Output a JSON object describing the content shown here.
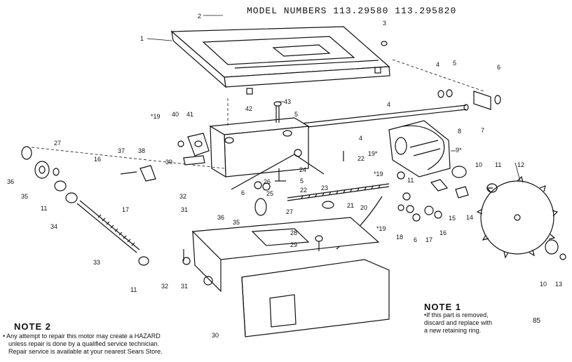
{
  "header": {
    "model_numbers": "MODEL NUMBERS 113.29580 113.295820"
  },
  "note1": {
    "title": "NOTE 1",
    "lines": [
      "•If this part is removed,",
      "discard and replace with",
      "a new retaining ring."
    ]
  },
  "note2": {
    "title": "NOTE 2",
    "lines": [
      "• Any attempt to repair this motor may create a HAZARD",
      "unless repair is done by a qualified service technician.",
      "Repair service is available at your nearest Sears Store."
    ]
  },
  "page_ref": "85",
  "labels": {
    "l1": "1",
    "l2": "2",
    "l3": "3",
    "l4a": "4",
    "l5a": "5",
    "l6a": "6",
    "l7": "7",
    "l8": "8",
    "l43": "43",
    "l42": "42",
    "l5b": "5",
    "l4b": "4",
    "l4c": "4",
    "l19a": "*19",
    "l40": "40",
    "l41": "41",
    "l9": "9*",
    "l10a": "10",
    "l11a": "11",
    "l12": "12",
    "l27a": "27",
    "l16a": "16",
    "l37": "37",
    "l38": "38",
    "l39": "39",
    "l22a": "22",
    "l19b": "19*",
    "l36a": "36",
    "l35a": "35",
    "l11b": "11",
    "l32a": "32",
    "l6b": "6",
    "l26": "26",
    "l25": "25",
    "l22b": "22",
    "l23": "23",
    "l24": "24",
    "l5c": "5",
    "l19c": "*19",
    "l11c": "11",
    "l17a": "17",
    "l34": "34",
    "l31a": "31",
    "l36b": "36",
    "l35b": "35",
    "l27b": "27",
    "l21": "21",
    "l20": "20",
    "l15": "15",
    "l14": "14",
    "l19d": "*19",
    "l18": "18",
    "l6c": "6",
    "l17b": "17",
    "l16b": "16",
    "l28": "28",
    "l29": "29",
    "l33": "33",
    "l11d": "11",
    "l32b": "32",
    "l31b": "31",
    "l30": "30",
    "l10b": "10",
    "l13": "13"
  }
}
